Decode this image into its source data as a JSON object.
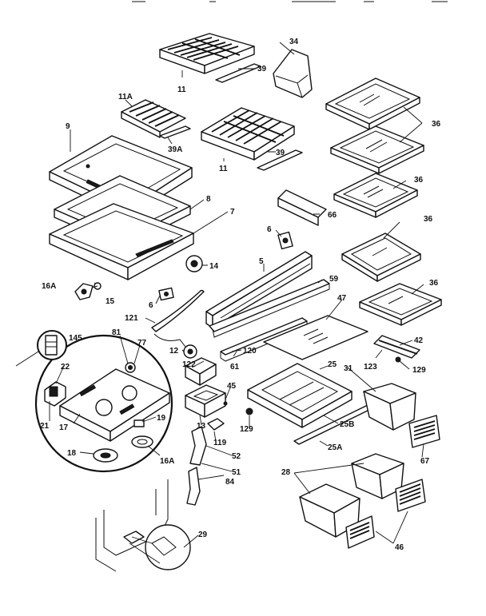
{
  "labels": {
    "p11_top": "11",
    "p39_top": "39",
    "p34": "34",
    "p11a": "11A",
    "p39a": "39A",
    "p11_mid": "11",
    "p39_mid": "39",
    "p9": "9",
    "p8": "8",
    "p7": "7",
    "p14": "14",
    "p36_1": "36",
    "p36_2": "36",
    "p36_3": "36",
    "p36_4": "36",
    "p66": "66",
    "p6_a": "6",
    "p5": "5",
    "p59": "59",
    "p16a": "16A",
    "p15": "15",
    "p6_b": "6",
    "p121": "121",
    "p47": "47",
    "p42": "42",
    "p123": "123",
    "p129_r": "129",
    "p145": "145",
    "p81": "81",
    "p77": "77",
    "p12": "12",
    "p120": "120",
    "p122": "122",
    "p61": "61",
    "p25": "25",
    "p31": "31",
    "p22": "22",
    "p45": "45",
    "p13": "13",
    "p19": "19",
    "p21": "21",
    "p17": "17",
    "p129_l": "129",
    "p25b": "25B",
    "p119": "119",
    "p18": "18",
    "p16a_b": "16A",
    "p52": "52",
    "p25a": "25A",
    "p51": "51",
    "p84": "84",
    "p67": "67",
    "p28": "28",
    "p29": "29",
    "p46": "46"
  }
}
